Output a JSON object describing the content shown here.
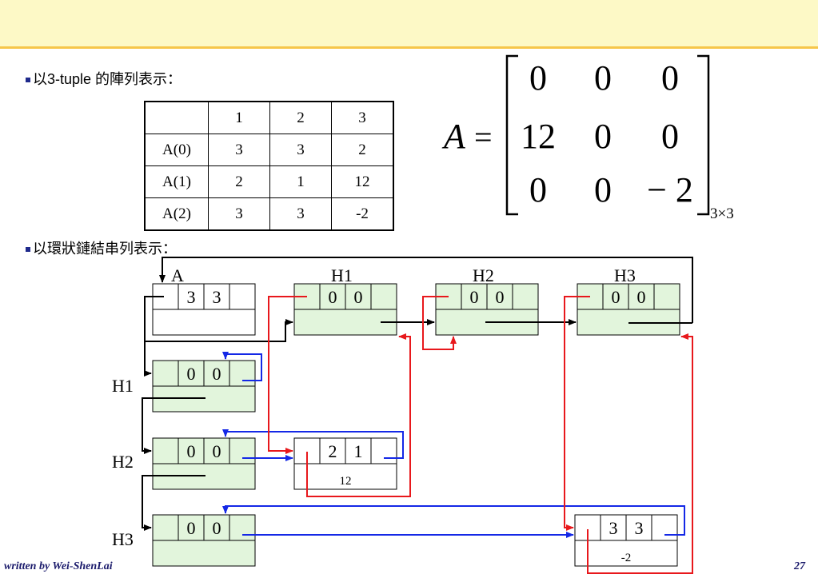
{
  "slide": {
    "tuple_heading": "以3-tuple 的陣列表示：",
    "circular_heading": "以環狀鏈結串列表示：",
    "author": "written by Wei-ShenLai",
    "page_number": "27"
  },
  "tuple_table": {
    "header": [
      "",
      "1",
      "2",
      "3"
    ],
    "rows": [
      [
        "A(0)",
        "3",
        "3",
        "2"
      ],
      [
        "A(1)",
        "2",
        "1",
        "12"
      ],
      [
        "A(2)",
        "3",
        "3",
        "-2"
      ]
    ]
  },
  "matrix": {
    "name": "A",
    "equals": "=",
    "rows": [
      [
        "0",
        "0",
        "0"
      ],
      [
        "12",
        "0",
        "0"
      ],
      [
        "0",
        "0",
        "− 2"
      ]
    ],
    "dimension": "3×3"
  },
  "linked_list": {
    "pointer_labels": {
      "a": "A",
      "h1": "H1",
      "h2": "H2",
      "h3": "H3"
    },
    "head_node": {
      "row": "3",
      "col": "3"
    },
    "col_header_h1": {
      "row": "0",
      "col": "0"
    },
    "col_header_h2": {
      "row": "0",
      "col": "0"
    },
    "col_header_h3": {
      "row": "0",
      "col": "0"
    },
    "row_header_h1": {
      "row": "0",
      "col": "0"
    },
    "row_header_h2": {
      "row": "0",
      "col": "0"
    },
    "row_header_h3": {
      "row": "0",
      "col": "0"
    },
    "entry_12": {
      "row": "2",
      "col": "1",
      "value": "12"
    },
    "entry_neg2": {
      "row": "3",
      "col": "3",
      "value": "-2"
    }
  },
  "colors": {
    "node_fill": "#e2f5dc",
    "white_node_fill": "#ffffff",
    "red_link": "#e8181c",
    "blue_link": "#1428e6",
    "black_link": "#000000",
    "title_band": "#fdf9c6",
    "title_band_border": "#f6c64a"
  }
}
